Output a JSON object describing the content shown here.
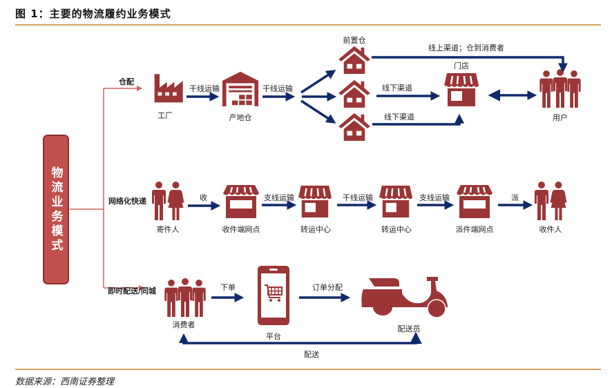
{
  "figure": {
    "title": "图 1：主要的物流履约业务模式",
    "source": "数据来源：西南证券整理"
  },
  "root": {
    "label": "物流业务模式"
  },
  "colors": {
    "icon": "#9b3536",
    "arrow": "#0f2a6b",
    "branch": "#d0605c",
    "box": "#c0504d",
    "rule": "#d9a25c"
  },
  "branches": [
    {
      "name": "仓配",
      "nodes": [
        {
          "label": "工厂",
          "icon": "factory-icon"
        },
        {
          "label": "产地仓",
          "icon": "warehouse-icon"
        },
        {
          "label": "前置仓",
          "icon": "house-icon"
        },
        {
          "label": "门店",
          "icon": "store-icon"
        },
        {
          "label": "用户",
          "icon": "group-people-icon"
        }
      ],
      "edges": [
        {
          "label": "干线运输"
        },
        {
          "label": "干线运输"
        },
        {
          "label": "线上渠道；仓到消费者"
        },
        {
          "label": "线下渠道"
        },
        {
          "label": "线下渠道"
        }
      ]
    },
    {
      "name": "网络化快递",
      "nodes": [
        {
          "label": "寄件人",
          "icon": "couple-icon"
        },
        {
          "label": "收件端网点",
          "icon": "kiosk-icon"
        },
        {
          "label": "转运中心",
          "icon": "store-icon"
        },
        {
          "label": "转运中心",
          "icon": "store-icon"
        },
        {
          "label": "派件端网点",
          "icon": "kiosk-icon"
        },
        {
          "label": "收件人",
          "icon": "couple-icon"
        }
      ],
      "edges": [
        {
          "label": "收"
        },
        {
          "label": "支线运输"
        },
        {
          "label": "干线运输"
        },
        {
          "label": "支线运输"
        },
        {
          "label": "派"
        }
      ]
    },
    {
      "name": "即时配送/同城",
      "nodes": [
        {
          "label": "消费者",
          "icon": "group-people-icon"
        },
        {
          "label": "平台",
          "icon": "phone-cart-icon"
        },
        {
          "label": "配送员",
          "icon": "scooter-icon"
        }
      ],
      "edges": [
        {
          "label": "下单"
        },
        {
          "label": "订单分配"
        },
        {
          "label": "配送"
        }
      ]
    }
  ]
}
